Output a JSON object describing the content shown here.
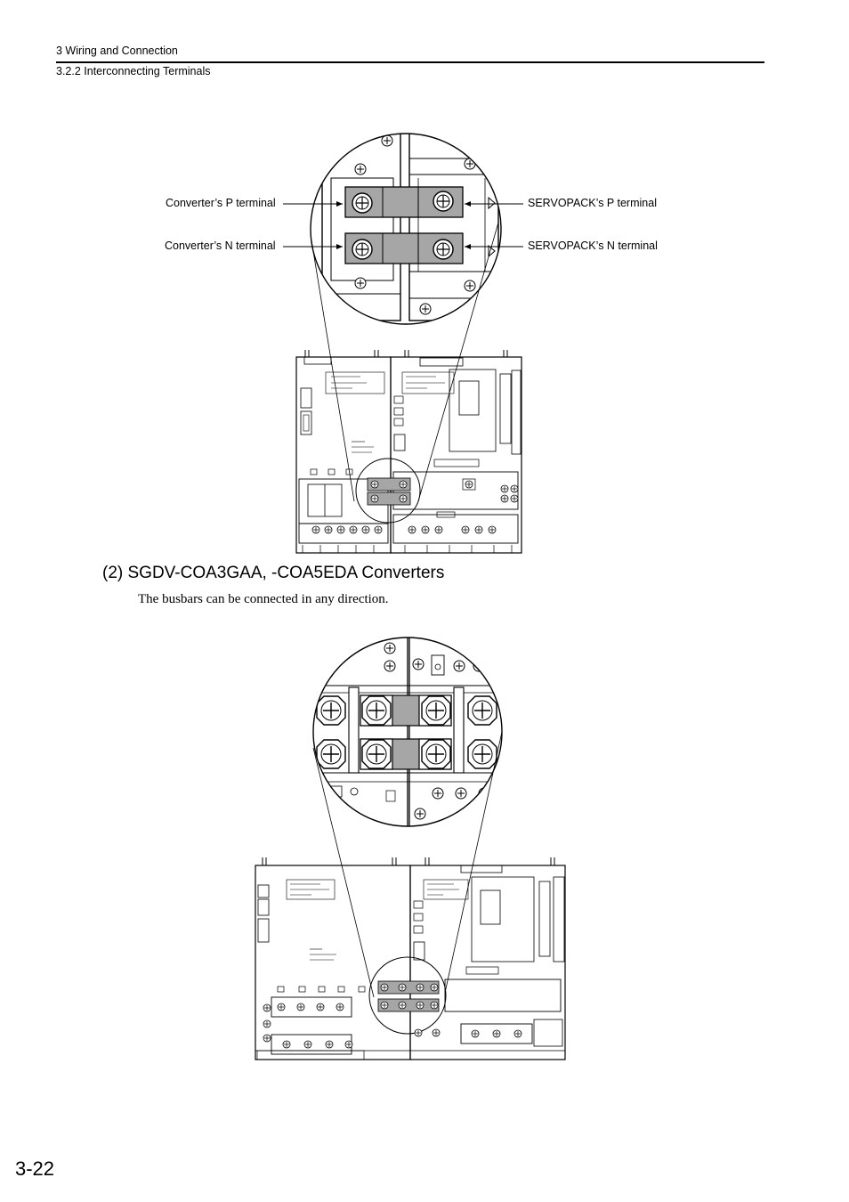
{
  "header": {
    "chapter": "3  Wiring and Connection",
    "section": "3.2.2  Interconnecting Terminals"
  },
  "figure1": {
    "labels": {
      "conv_p": "Converter’s P terminal",
      "conv_n": "Converter’s N terminal",
      "servo_p": "SERVOPACK’s P terminal",
      "servo_n": "SERVOPACK’s N terminal"
    }
  },
  "section2": {
    "heading": "(2)  SGDV-COA3GAA, -COA5EDA Converters",
    "body": "The busbars can be connected in any direction."
  },
  "page_number": "3-22"
}
